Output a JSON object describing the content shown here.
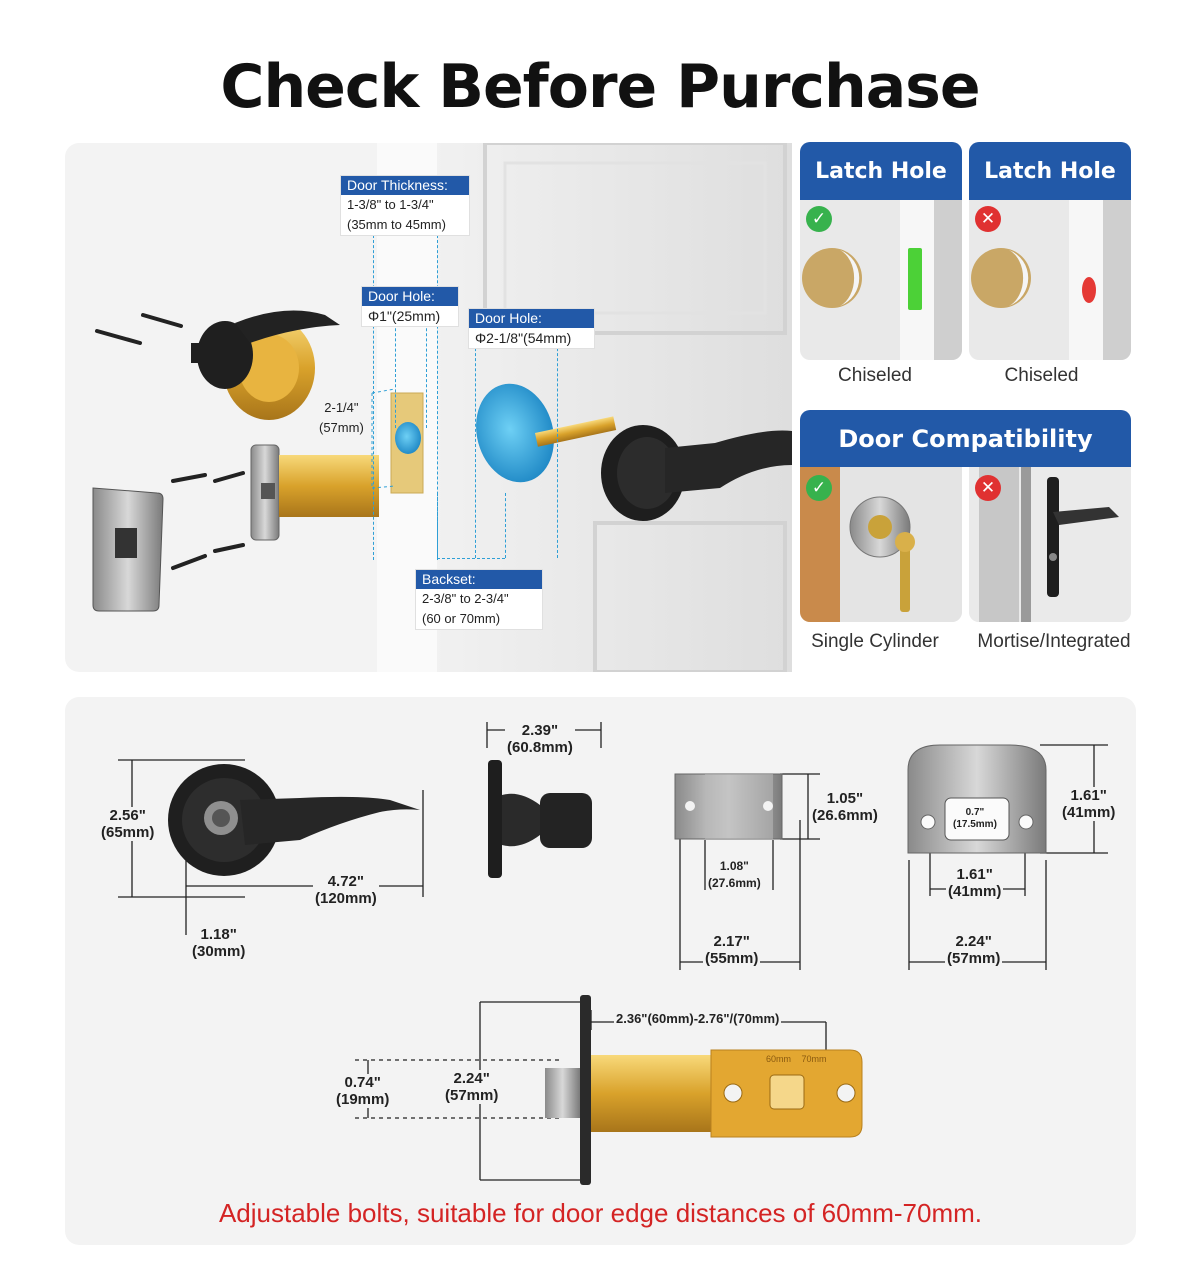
{
  "page": {
    "title": "Check Before Purchase"
  },
  "callouts": {
    "door_thickness": {
      "label": "Door Thickness:",
      "line1": "1-3/8\" to  1-3/4\"",
      "line2": "(35mm to 45mm)"
    },
    "door_hole_small": {
      "label": "Door Hole:",
      "value": "Φ1\"(25mm)"
    },
    "door_hole_large": {
      "label": "Door Hole:",
      "value": "Φ2-1/8\"(54mm)"
    },
    "latch_length": {
      "value": "2-1/4\"",
      "metric": "(57mm)"
    },
    "backset": {
      "label": "Backset:",
      "line1": "2-3/8\"  to  2-3/4\"",
      "line2": "(60 or 70mm)"
    }
  },
  "latch_hole": {
    "left": {
      "title": "Latch Hole",
      "caption": "Chiseled",
      "status": "correct"
    },
    "right": {
      "title": "Latch Hole",
      "caption": "Chiseled",
      "status": "incorrect"
    }
  },
  "compatibility": {
    "title": "Door Compatibility",
    "left": {
      "caption": "Single Cylinder",
      "status": "correct"
    },
    "right": {
      "caption": "Mortise/Integrated",
      "status": "incorrect"
    }
  },
  "dimensions": {
    "lever_height": {
      "in": "2.56\"",
      "mm": "(65mm)"
    },
    "lever_length": {
      "in": "4.72\"",
      "mm": "(120mm)"
    },
    "rose_offset": {
      "in": "1.18\"",
      "mm": "(30mm)"
    },
    "rose_diameter": {
      "in": "2.39\"",
      "mm": "(60.8mm)"
    },
    "plate_height": {
      "in": "1.05\"",
      "mm": "(26.6mm)"
    },
    "plate_hole_spacing": {
      "in": "1.08\"",
      "mm": "(27.6mm)"
    },
    "plate_width": {
      "in": "2.17\"",
      "mm": "(55mm)"
    },
    "strike_height": {
      "in": "1.61\"",
      "mm": "(41mm)"
    },
    "strike_opening": {
      "in": "0.7\"",
      "mm": "(17.5mm)"
    },
    "strike_hole_spacing": {
      "in": "1.61\"",
      "mm": "(41mm)"
    },
    "strike_width": {
      "in": "2.24\"",
      "mm": "(57mm)"
    },
    "latch_backset": {
      "text": "2.36\"(60mm)-2.76\"/(70mm)"
    },
    "latch_bolt": {
      "in": "0.74\"",
      "mm": "(19mm)"
    },
    "latch_faceplate": {
      "in": "2.24\"",
      "mm": "(57mm)"
    },
    "latch_marks": {
      "a": "60mm",
      "b": "70mm"
    }
  },
  "note": "Adjustable bolts, suitable for door edge distances of 60mm-70mm."
}
